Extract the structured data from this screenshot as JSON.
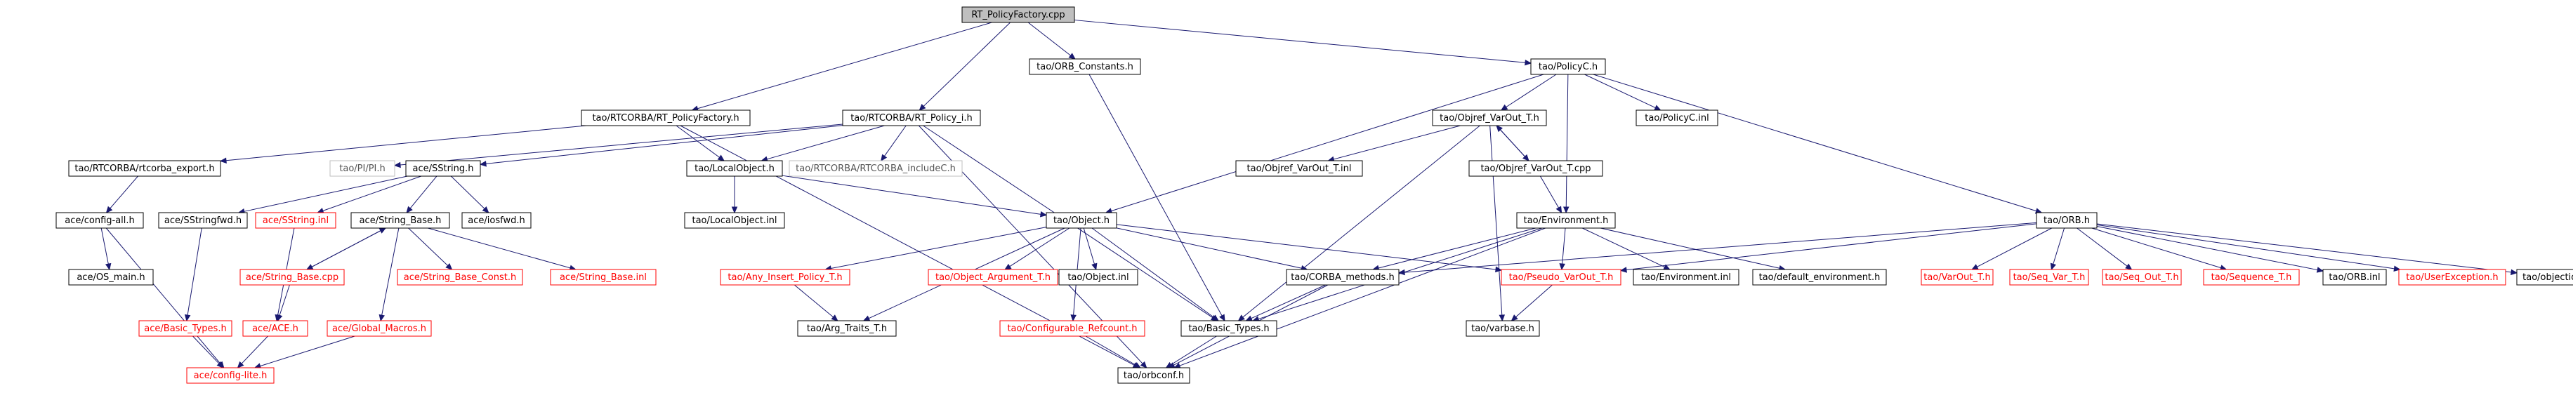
{
  "diagram": {
    "nodes": [
      {
        "id": "root",
        "label": "RT_PolicyFactory.cpp",
        "style": "root"
      },
      {
        "id": "rtpf",
        "label": "tao/RTCORBA/RT_PolicyFactory.h",
        "style": "normal"
      },
      {
        "id": "orbconst",
        "label": "tao/ORB_Constants.h",
        "style": "normal"
      },
      {
        "id": "policyc",
        "label": "tao/PolicyC.h",
        "style": "normal"
      },
      {
        "id": "rtpi",
        "label": "tao/RTCORBA/RT_Policy_i.h",
        "style": "normal"
      },
      {
        "id": "rtexp",
        "label": "tao/RTCORBA/rtcorba_export.h",
        "style": "normal"
      },
      {
        "id": "pih",
        "label": "tao/PI/PI.h",
        "style": "faded"
      },
      {
        "id": "sstring",
        "label": "ace/SString.h",
        "style": "normal"
      },
      {
        "id": "localobj",
        "label": "tao/LocalObject.h",
        "style": "normal"
      },
      {
        "id": "rtinc",
        "label": "tao/RTCORBA/RTCORBA_includeC.h",
        "style": "faded"
      },
      {
        "id": "objref",
        "label": "tao/Objref_VarOut_T.h",
        "style": "normal"
      },
      {
        "id": "policycinl",
        "label": "tao/PolicyC.inl",
        "style": "normal"
      },
      {
        "id": "configall",
        "label": "ace/config-all.h",
        "style": "normal"
      },
      {
        "id": "sstringfwd",
        "label": "ace/SStringfwd.h",
        "style": "normal"
      },
      {
        "id": "sstringinl",
        "label": "ace/SString.inl",
        "style": "red"
      },
      {
        "id": "strbaseh",
        "label": "ace/String_Base.h",
        "style": "normal"
      },
      {
        "id": "iosfwd",
        "label": "ace/iosfwd.h",
        "style": "normal"
      },
      {
        "id": "localobjinl",
        "label": "tao/LocalObject.inl",
        "style": "normal"
      },
      {
        "id": "objrefinl",
        "label": "tao/Objref_VarOut_T.inl",
        "style": "normal"
      },
      {
        "id": "objrefcpp",
        "label": "tao/Objref_VarOut_T.cpp",
        "style": "normal"
      },
      {
        "id": "osmain",
        "label": "ace/OS_main.h",
        "style": "normal"
      },
      {
        "id": "basictypesace",
        "label": "ace/Basic_Types.h",
        "style": "red"
      },
      {
        "id": "strbasecpp",
        "label": "ace/String_Base.cpp",
        "style": "red"
      },
      {
        "id": "strbaseconst",
        "label": "ace/String_Base_Const.h",
        "style": "red"
      },
      {
        "id": "strbaseinl",
        "label": "ace/String_Base.inl",
        "style": "red"
      },
      {
        "id": "object",
        "label": "tao/Object.h",
        "style": "normal"
      },
      {
        "id": "env",
        "label": "tao/Environment.h",
        "style": "normal"
      },
      {
        "id": "orb",
        "label": "tao/ORB.h",
        "style": "normal"
      },
      {
        "id": "aceh",
        "label": "ace/ACE.h",
        "style": "red"
      },
      {
        "id": "globalmac",
        "label": "ace/Global_Macros.h",
        "style": "red"
      },
      {
        "id": "anyins",
        "label": "tao/Any_Insert_Policy_T.h",
        "style": "red"
      },
      {
        "id": "objarg",
        "label": "tao/Object_Argument_T.h",
        "style": "red"
      },
      {
        "id": "objinl",
        "label": "tao/Object.inl",
        "style": "normal"
      },
      {
        "id": "corbameth",
        "label": "tao/CORBA_methods.h",
        "style": "normal"
      },
      {
        "id": "pseudo",
        "label": "tao/Pseudo_VarOut_T.h",
        "style": "red"
      },
      {
        "id": "envinl",
        "label": "tao/Environment.inl",
        "style": "normal"
      },
      {
        "id": "defenv",
        "label": "tao/default_environment.h",
        "style": "normal"
      },
      {
        "id": "varoutt",
        "label": "tao/VarOut_T.h",
        "style": "red"
      },
      {
        "id": "seqvar",
        "label": "tao/Seq_Var_T.h",
        "style": "red"
      },
      {
        "id": "seqout",
        "label": "tao/Seq_Out_T.h",
        "style": "red"
      },
      {
        "id": "seqt",
        "label": "tao/Sequence_T.h",
        "style": "red"
      },
      {
        "id": "orbinl",
        "label": "tao/ORB.inl",
        "style": "normal"
      },
      {
        "id": "userexc",
        "label": "tao/UserException.h",
        "style": "red"
      },
      {
        "id": "objectid",
        "label": "tao/objectid.h",
        "style": "normal"
      },
      {
        "id": "configlite",
        "label": "ace/config-lite.h",
        "style": "red"
      },
      {
        "id": "argtraits",
        "label": "tao/Arg_Traits_T.h",
        "style": "normal"
      },
      {
        "id": "confrefcount",
        "label": "tao/Configurable_Refcount.h",
        "style": "red"
      },
      {
        "id": "basictypestao",
        "label": "tao/Basic_Types.h",
        "style": "normal"
      },
      {
        "id": "varbase",
        "label": "tao/varbase.h",
        "style": "normal"
      },
      {
        "id": "orbconf",
        "label": "tao/orbconf.h",
        "style": "normal"
      }
    ],
    "edges": [
      [
        "root",
        "rtpf"
      ],
      [
        "root",
        "orbconst"
      ],
      [
        "root",
        "policyc"
      ],
      [
        "root",
        "rtpi"
      ],
      [
        "rtpf",
        "rtexp"
      ],
      [
        "rtpf",
        "localobj"
      ],
      [
        "rtpf",
        "orbconf"
      ],
      [
        "rtpi",
        "pih"
      ],
      [
        "rtpi",
        "sstring"
      ],
      [
        "rtpi",
        "localobj"
      ],
      [
        "rtpi",
        "rtinc"
      ],
      [
        "rtpi",
        "basictypestao"
      ],
      [
        "rtpi",
        "orbconf"
      ],
      [
        "orbconst",
        "basictypestao"
      ],
      [
        "policyc",
        "object"
      ],
      [
        "policyc",
        "objref"
      ],
      [
        "policyc",
        "policycinl"
      ],
      [
        "policyc",
        "env"
      ],
      [
        "policyc",
        "orb"
      ],
      [
        "rtexp",
        "configall"
      ],
      [
        "configall",
        "osmain"
      ],
      [
        "configall",
        "configlite"
      ],
      [
        "sstring",
        "sstringfwd"
      ],
      [
        "sstring",
        "sstringinl"
      ],
      [
        "sstring",
        "strbaseh"
      ],
      [
        "sstring",
        "iosfwd"
      ],
      [
        "sstringfwd",
        "basictypesace"
      ],
      [
        "basictypesace",
        "configlite"
      ],
      [
        "sstringinl",
        "aceh"
      ],
      [
        "strbaseh",
        "strbasecpp"
      ],
      [
        "strbasecpp",
        "strbaseh"
      ],
      [
        "strbaseh",
        "strbaseconst"
      ],
      [
        "strbaseh",
        "strbaseinl"
      ],
      [
        "strbaseh",
        "globalmac"
      ],
      [
        "strbasecpp",
        "aceh"
      ],
      [
        "aceh",
        "configlite"
      ],
      [
        "globalmac",
        "configlite"
      ],
      [
        "localobj",
        "localobjinl"
      ],
      [
        "localobj",
        "object"
      ],
      [
        "objref",
        "objrefinl"
      ],
      [
        "objref",
        "objrefcpp"
      ],
      [
        "objrefcpp",
        "objref"
      ],
      [
        "objref",
        "basictypestao"
      ],
      [
        "objref",
        "varbase"
      ],
      [
        "objrefcpp",
        "env"
      ],
      [
        "object",
        "anyins"
      ],
      [
        "object",
        "objarg"
      ],
      [
        "object",
        "objinl"
      ],
      [
        "object",
        "corbameth"
      ],
      [
        "object",
        "pseudo"
      ],
      [
        "object",
        "confrefcount"
      ],
      [
        "object",
        "argtraits"
      ],
      [
        "object",
        "basictypestao"
      ],
      [
        "anyins",
        "argtraits"
      ],
      [
        "confrefcount",
        "orbconf"
      ],
      [
        "env",
        "corbameth"
      ],
      [
        "env",
        "pseudo"
      ],
      [
        "env",
        "envinl"
      ],
      [
        "env",
        "defenv"
      ],
      [
        "env",
        "basictypestao"
      ],
      [
        "env",
        "orbconf"
      ],
      [
        "orb",
        "corbameth"
      ],
      [
        "orb",
        "pseudo"
      ],
      [
        "orb",
        "varoutt"
      ],
      [
        "orb",
        "seqvar"
      ],
      [
        "orb",
        "seqout"
      ],
      [
        "orb",
        "seqt"
      ],
      [
        "orb",
        "orbinl"
      ],
      [
        "orb",
        "userexc"
      ],
      [
        "orb",
        "objectid"
      ],
      [
        "corbameth",
        "basictypestao"
      ],
      [
        "corbameth",
        "orbconf"
      ],
      [
        "pseudo",
        "varbase"
      ],
      [
        "basictypestao",
        "orbconf"
      ]
    ]
  },
  "colors": {
    "edge": "#191970",
    "normal_border": "#000000",
    "normal_text": "#000000",
    "red_border": "#ff0000",
    "red_text": "#ff0000",
    "faded_border": "#bfbfbf",
    "faded_text": "#555555",
    "root_fill": "#bfbfbf"
  }
}
